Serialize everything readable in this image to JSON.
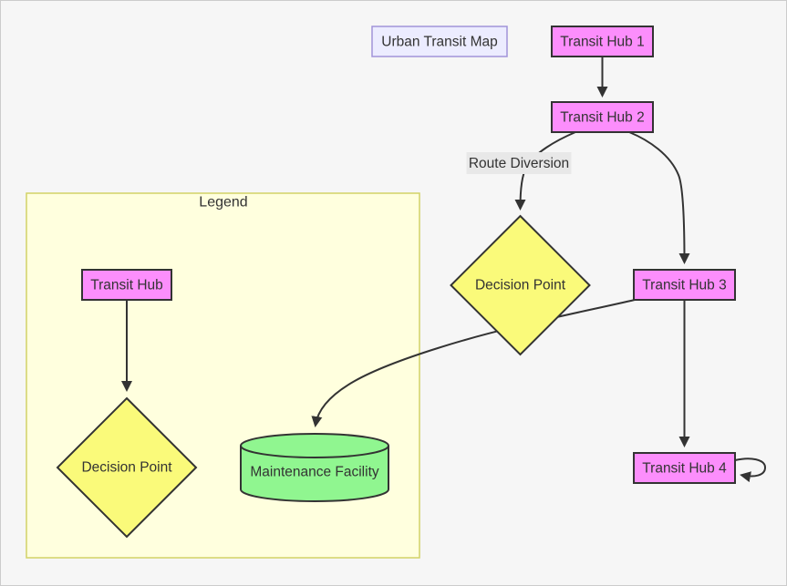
{
  "diagram": {
    "title": "Urban Transit Map",
    "nodes": {
      "hub1": "Transit Hub 1",
      "hub2": "Transit Hub 2",
      "hub3": "Transit Hub 3",
      "hub4": "Transit Hub 4",
      "decision": "Decision Point"
    },
    "edge_labels": {
      "route_diversion": "Route Diversion"
    },
    "edges": [
      {
        "from": "Transit Hub 1",
        "to": "Transit Hub 2",
        "label": ""
      },
      {
        "from": "Transit Hub 2",
        "to": "Decision Point",
        "label": "Route Diversion"
      },
      {
        "from": "Transit Hub 2",
        "to": "Transit Hub 3",
        "label": ""
      },
      {
        "from": "Transit Hub 3",
        "to": "Maintenance Facility",
        "label": ""
      },
      {
        "from": "Transit Hub 3",
        "to": "Transit Hub 4",
        "label": ""
      },
      {
        "from": "Transit Hub 4",
        "to": "Transit Hub 4",
        "label": ""
      },
      {
        "from": "Transit Hub (legend)",
        "to": "Decision Point (legend)",
        "label": ""
      }
    ]
  },
  "legend": {
    "title": "Legend",
    "items": {
      "hub": "Transit Hub",
      "decision": "Decision Point",
      "maintenance": "Maintenance Facility"
    }
  },
  "colors": {
    "background": "#f6f6f6",
    "node_pink": "#fc8efc",
    "node_yellow": "#fafa7a",
    "node_green": "#90f690",
    "title_fill": "#ececff",
    "title_border": "#a193d9",
    "legend_fill": "#ffffde",
    "legend_border": "#d2d266",
    "edge": "#333333",
    "edge_label_bg": "#e8e8e8",
    "text": "#333333"
  }
}
